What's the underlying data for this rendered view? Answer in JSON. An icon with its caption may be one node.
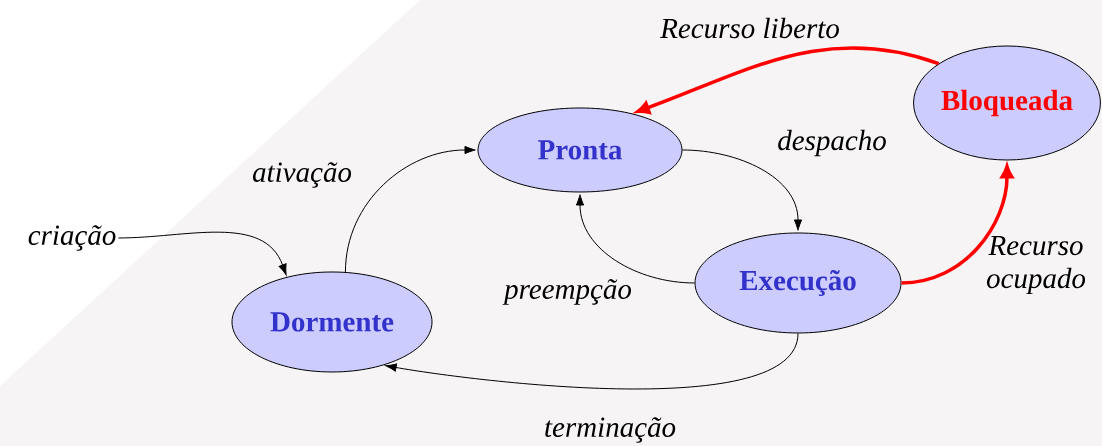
{
  "diagram": {
    "nodes": [
      {
        "text": [
          "Pronta"
        ]
      },
      {
        "text": [
          "Bloqueada"
        ]
      },
      {
        "text": [
          "Execução"
        ]
      },
      {
        "text": [
          "Dormente"
        ]
      },
      {
        "text": [
          "criação"
        ]
      }
    ],
    "edges": [
      {
        "from": 4,
        "to": 3,
        "arrow": "to"
      },
      {
        "from": 3,
        "to": 0,
        "arrow": "to",
        "label": "ativação"
      },
      {
        "from": 0,
        "to": 2,
        "arrow": "to",
        "label": "despacho"
      },
      {
        "from": 2,
        "to": 0,
        "arrow": "to",
        "label": "preempção"
      },
      {
        "from": 2,
        "to": 3,
        "arrow": "to",
        "label": "terminação"
      },
      {
        "from": 2,
        "to": 1,
        "arrow": "to",
        "label": "Recurso ocupado",
        "style": "thick",
        "color": "#ff0000"
      },
      {
        "from": 1,
        "to": 0,
        "arrow": "to",
        "label": "Recurso liberto",
        "style": "thick",
        "color": "#ff0000"
      }
    ]
  }
}
